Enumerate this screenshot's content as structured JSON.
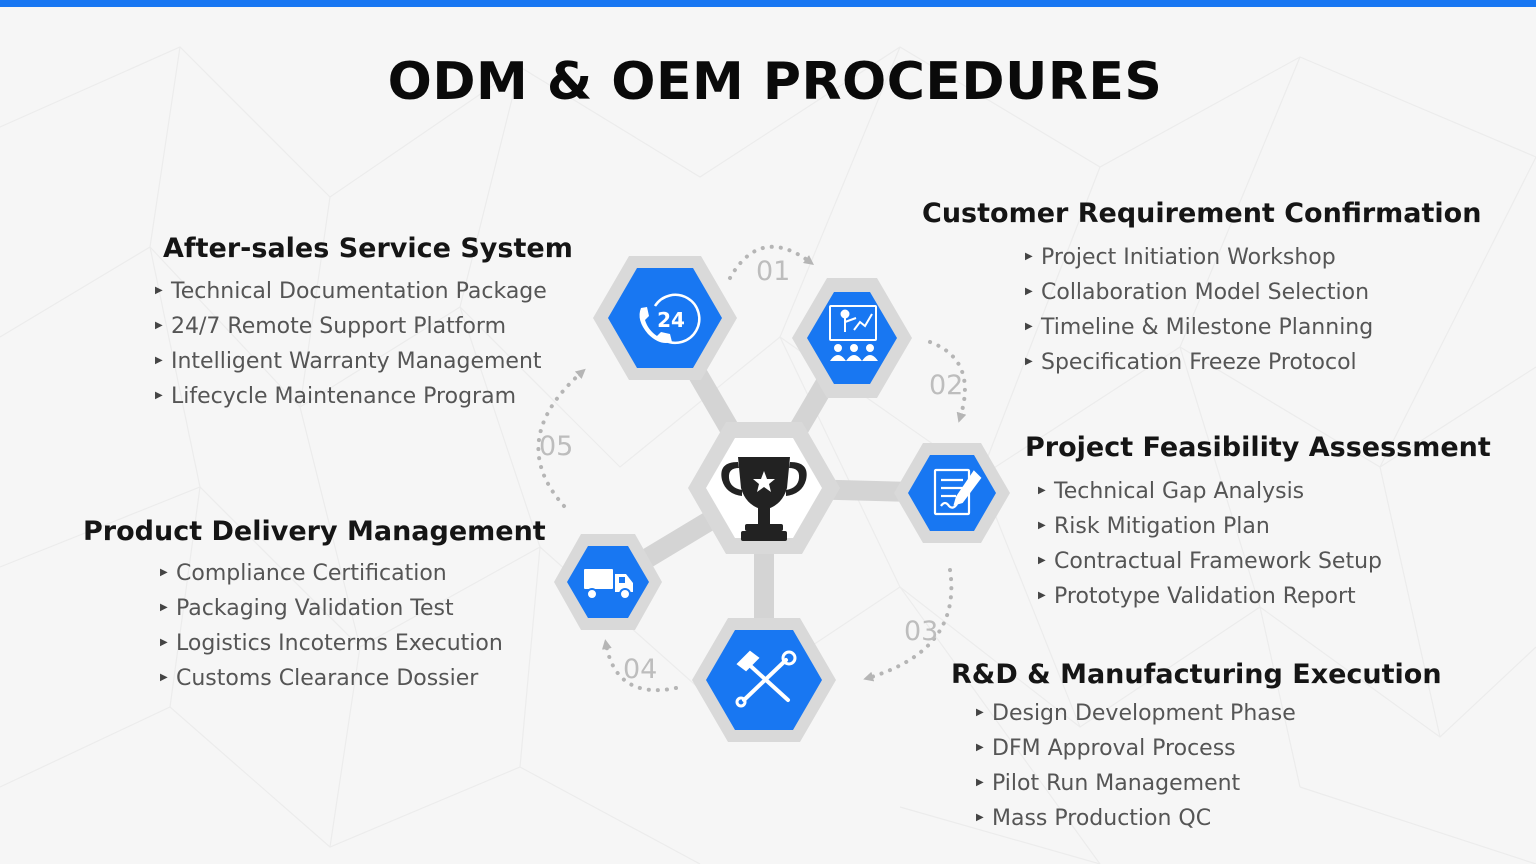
{
  "title": "ODM & OEM PROCEDURES",
  "colors": {
    "accent": "#1877f2",
    "hex_ring": "#d9d9d9",
    "connector": "#d4d4d4",
    "trophy": "#222222",
    "arrow": "#b5b5b5"
  },
  "steps": [
    {
      "number": "01",
      "heading": "Customer Requirement Confirmation",
      "icon": "presentation-icon",
      "items": [
        "Project Initiation Workshop",
        "Collaboration Model Selection",
        "Timeline & Milestone Planning",
        "Specification Freeze Protocol"
      ]
    },
    {
      "number": "02",
      "heading": "Project Feasibility Assessment",
      "icon": "document-edit-icon",
      "items": [
        "Technical Gap Analysis",
        "Risk Mitigation Plan",
        "Contractual Framework Setup",
        "Prototype Validation Report"
      ]
    },
    {
      "number": "03",
      "heading": "R&D & Manufacturing Execution",
      "icon": "tools-icon",
      "items": [
        "Design Development Phase",
        "DFM Approval Process",
        "Pilot Run Management",
        "Mass Production QC"
      ]
    },
    {
      "number": "04",
      "heading": "Product Delivery Management",
      "icon": "truck-icon",
      "items": [
        "Compliance Certification",
        "Packaging Validation Test",
        "Logistics Incoterms Execution",
        "Customs Clearance Dossier"
      ]
    },
    {
      "number": "05",
      "heading": "After-sales Service System",
      "icon": "phone-24-icon",
      "icon_text": "24",
      "items": [
        "Technical Documentation Package",
        "24/7 Remote Support Platform",
        "Intelligent Warranty Management",
        "Lifecycle Maintenance Program"
      ]
    }
  ],
  "center_icon": "trophy-icon"
}
